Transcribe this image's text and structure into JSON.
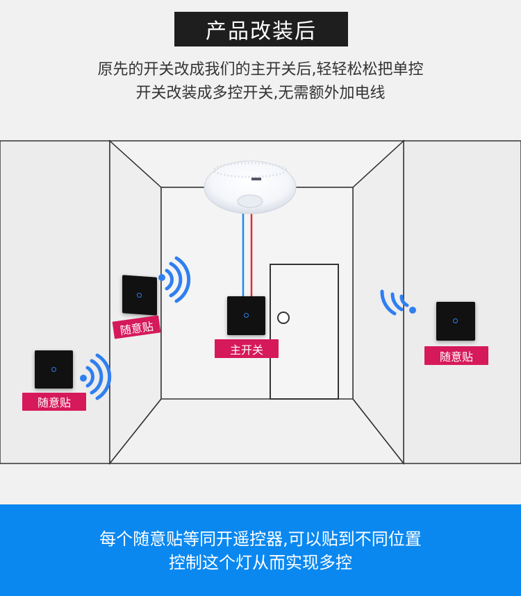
{
  "header": {
    "title": "产品改装后",
    "subtitle_line1": "原先的开关改成我们的主开关后,轻轻松松把单控",
    "subtitle_line2": "开关改装成多控开关,无需额外加电线"
  },
  "scene": {
    "main_switch_label": "主开关",
    "remote_label_left": "随意贴",
    "remote_label_mid": "随意贴",
    "remote_label_right": "随意贴"
  },
  "footer": {
    "line1": "每个随意贴等同开遥控器,可以贴到不同位置",
    "line2": "控制这个灯从而实现多控"
  },
  "colors": {
    "accent": "#0a88f0",
    "label": "#d6195a",
    "wifi": "#2f7ff0"
  }
}
